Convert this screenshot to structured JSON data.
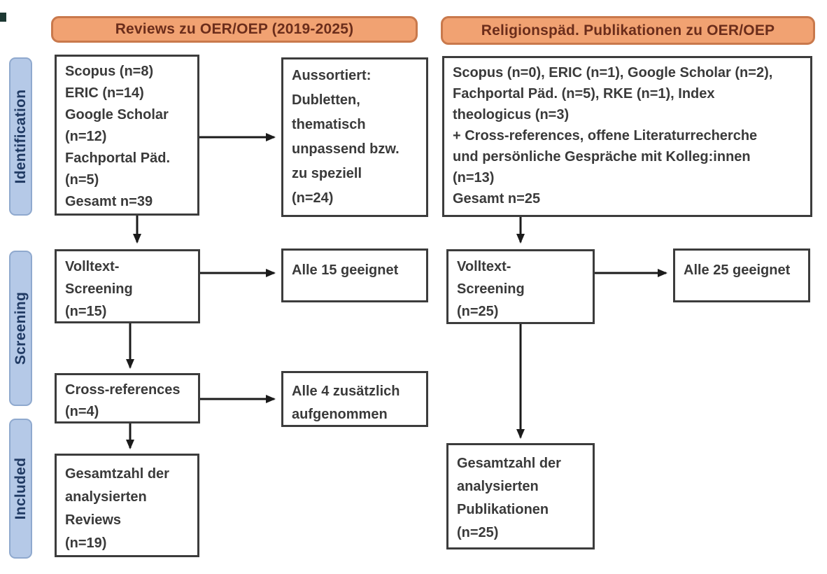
{
  "colors": {
    "orange_fill": "#F1A272",
    "orange_border": "#C9794C",
    "orange_text": "#6B2D1B",
    "blue_fill": "#B5C9E7",
    "blue_border": "#8FA9CE",
    "blue_text": "#203A63",
    "box_border": "#3C3C3C",
    "box_text": "#3A3A3A",
    "arrow": "#1B1B1B",
    "corner_mark": "#1D3833",
    "canvas_bg": "#FFFFFF"
  },
  "headers": {
    "left": "Reviews zu OER/OEP (2019-2025)",
    "right": "Religionspäd. Publikationen zu OER/OEP"
  },
  "stages": {
    "identification": "Identification",
    "screening": "Screening",
    "included": "Included"
  },
  "left": {
    "sources": "Scopus (n=8)\nERIC (n=14)\nGoogle Scholar\n(n=12)\nFachportal Päd.\n(n=5)\nGesamt n=39",
    "excluded": "Aussortiert:\nDubletten,\nthematisch\nunpassend bzw.\nzu speziell\n(n=24)",
    "fulltext": "Volltext-\nScreening\n(n=15)",
    "fulltext_result": "Alle 15 geeignet",
    "crossref": "Cross-references\n(n=4)",
    "crossref_result": "Alle 4 zusätzlich\naufgenommen",
    "included": "Gesamtzahl der\nanalysierten\nReviews\n(n=19)"
  },
  "right": {
    "sources": "Scopus (n=0), ERIC (n=1), Google Scholar (n=2),\nFachportal Päd. (n=5), RKE (n=1), Index\ntheologicus (n=3)\n+ Cross-references, offene Literaturrecherche\nund persönliche Gespräche mit Kolleg:innen\n(n=13)\nGesamt n=25",
    "fulltext": "Volltext-\nScreening\n(n=25)",
    "fulltext_result": "Alle 25 geeignet",
    "included": "Gesamtzahl der\nanalysierten\nPublikationen\n(n=25)"
  }
}
